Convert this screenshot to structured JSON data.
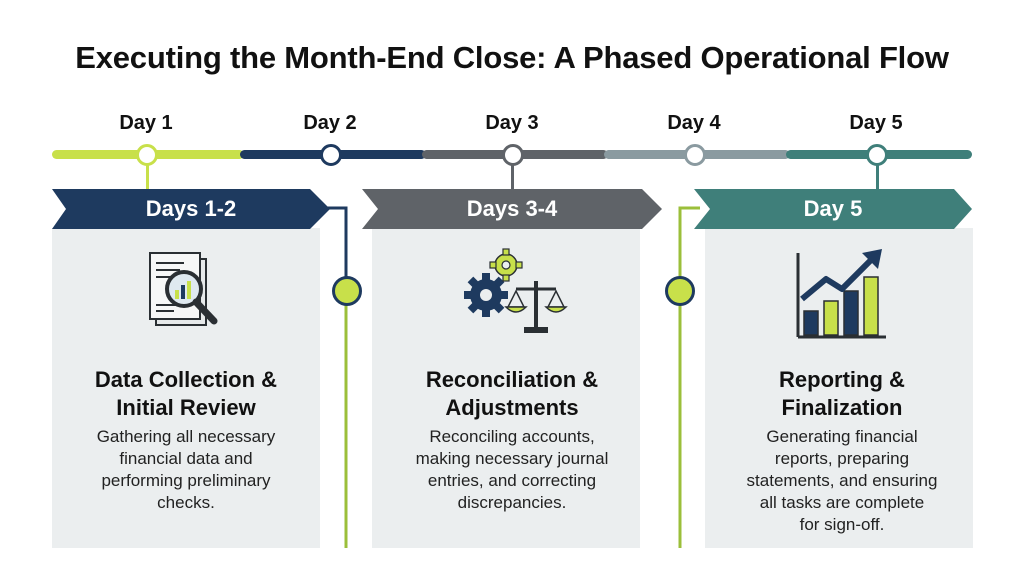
{
  "title": "Executing the Month-End Close: A Phased Operational Flow",
  "timeline": {
    "days": [
      "Day 1",
      "Day 2",
      "Day 3",
      "Day 4",
      "Day 5"
    ]
  },
  "phases": [
    {
      "banner": "Days 1-2",
      "heading_line1": "Data Collection &",
      "heading_line2": "Initial Review",
      "desc_lines": [
        "Gathering all necessary",
        "financial data and",
        "performing preliminary",
        "checks."
      ],
      "icon": "document-magnifier-icon"
    },
    {
      "banner": "Days 3-4",
      "heading_line1": "Reconciliation &",
      "heading_line2": "Adjustments",
      "desc_lines": [
        "Reconciling accounts,",
        "making necessary journal",
        "entries, and correcting",
        "discrepancies."
      ],
      "icon": "gears-scale-icon"
    },
    {
      "banner": "Day 5",
      "heading_line1": "Reporting &",
      "heading_line2": "Finalization",
      "desc_lines": [
        "Generating financial",
        "reports, preparing",
        "statements, and ensuring",
        "all tasks are complete",
        "for sign-off."
      ],
      "icon": "bar-chart-trend-icon"
    }
  ],
  "colors": {
    "navy": "#1e3a5f",
    "gray": "#5f6368",
    "teal": "#3f7f7a",
    "lime": "#c8e04a",
    "slate": "#8a9aa0"
  }
}
